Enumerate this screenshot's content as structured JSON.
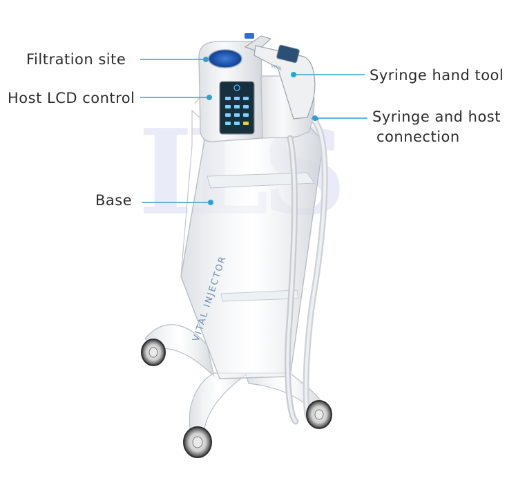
{
  "labels": {
    "filtration": "Filtration site",
    "lcd": "Host LCD control",
    "base": "Base",
    "syringe_tool": "Syringe hand tool",
    "connection_line1": "Syringe and host",
    "connection_line2": "connection"
  },
  "device": {
    "brand_text": "VITAL INJECTOR"
  },
  "colors": {
    "callout_line": "#2f9fd8",
    "label_text": "#2b2b2b",
    "device_body": "#f4f5f7",
    "screen": "#18313f",
    "watermark": "#e3e8f7"
  }
}
